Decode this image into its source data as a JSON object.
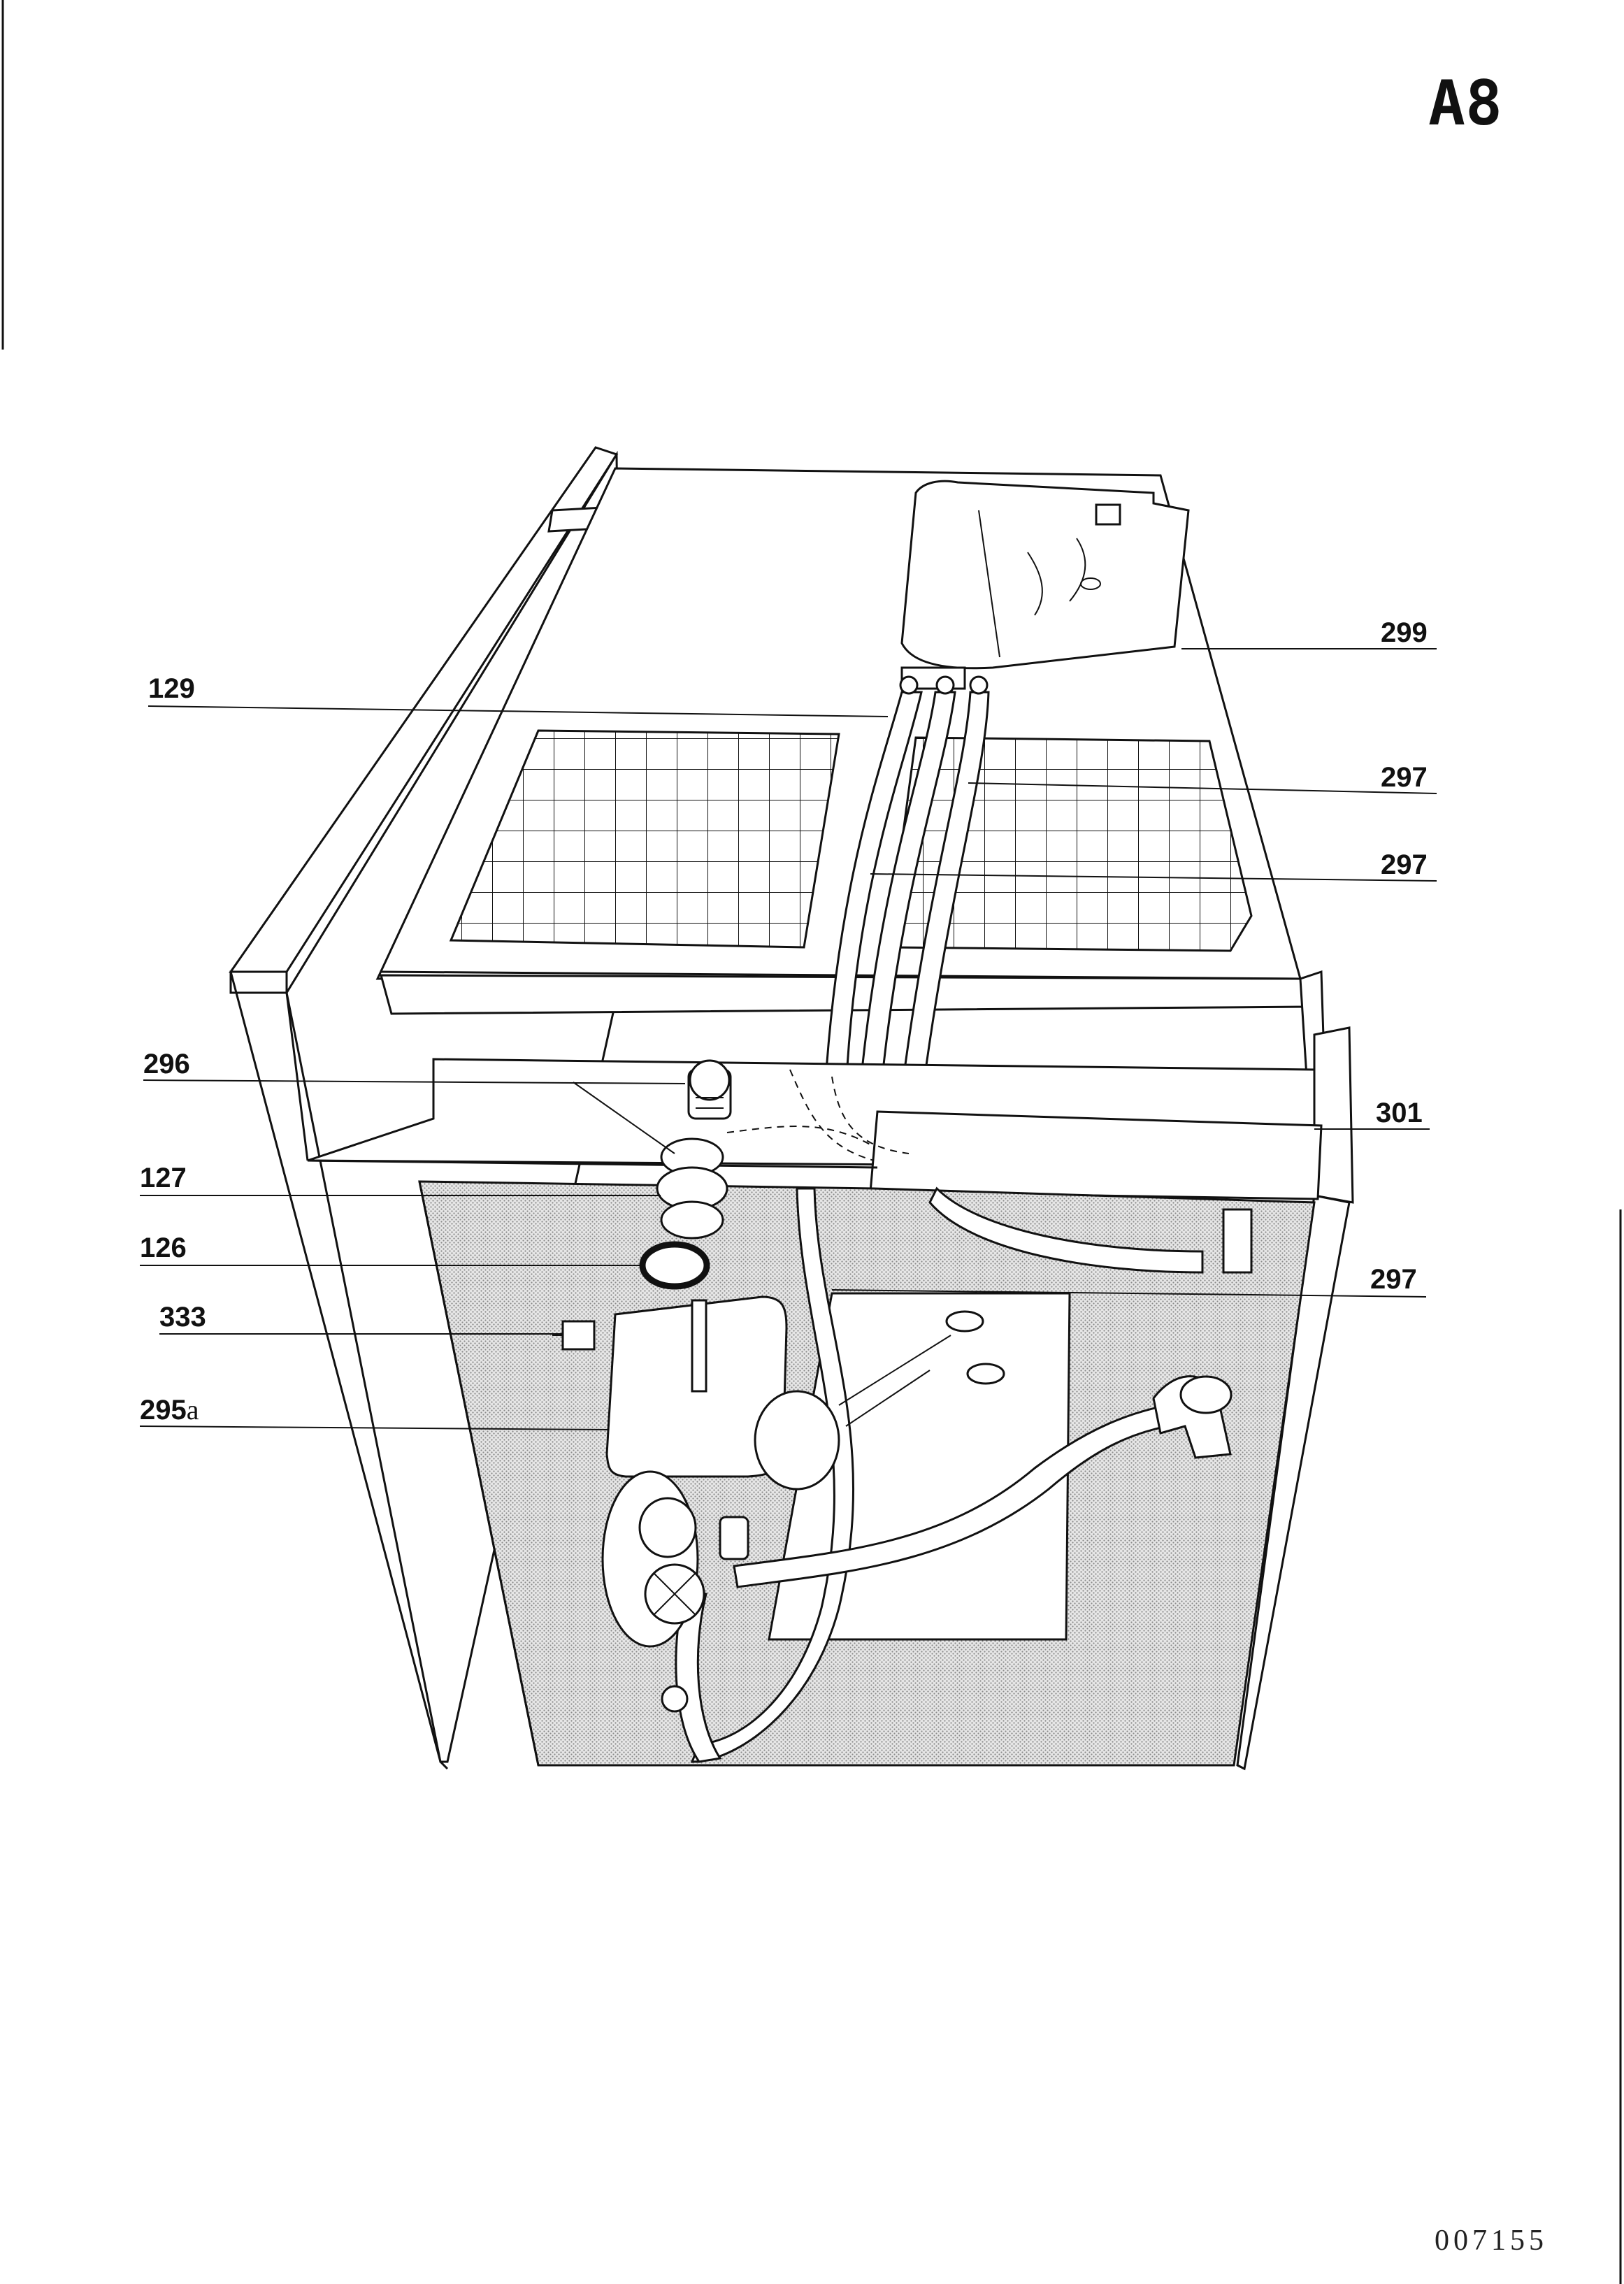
{
  "page_code": "A8",
  "document_number": "007155",
  "callouts": [
    {
      "id": "299",
      "text": "299"
    },
    {
      "id": "129",
      "text": "129"
    },
    {
      "id": "297a",
      "text": "297"
    },
    {
      "id": "297b",
      "text": "297"
    },
    {
      "id": "296",
      "text": "296"
    },
    {
      "id": "301",
      "text": "301"
    },
    {
      "id": "127",
      "text": "127"
    },
    {
      "id": "126",
      "text": "126"
    },
    {
      "id": "297c",
      "text": "297"
    },
    {
      "id": "333",
      "text": "333"
    },
    {
      "id": "295a_num",
      "text": "295"
    },
    {
      "id": "295a_suffix",
      "text": "a"
    }
  ]
}
